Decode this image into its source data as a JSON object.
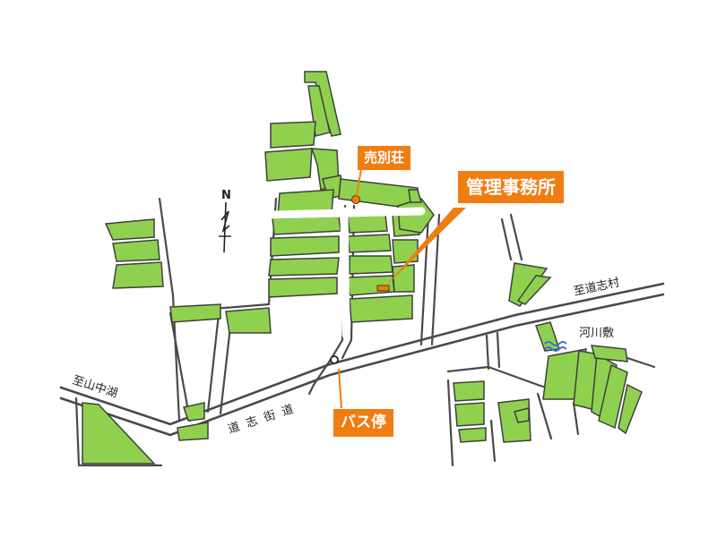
{
  "map": {
    "labels": {
      "villa": "売別荘",
      "office": "管理事務所",
      "bus_stop": "バス停",
      "to_doshi": "至道志村",
      "river": "河川敷",
      "to_yamanakako": "至山中湖",
      "highway": "道志街道",
      "north": "N"
    },
    "colors": {
      "plot_fill": "#8fd14f",
      "callout": "#f07d12",
      "road": "#4a4a4a",
      "river": "#3a6fd8"
    }
  }
}
